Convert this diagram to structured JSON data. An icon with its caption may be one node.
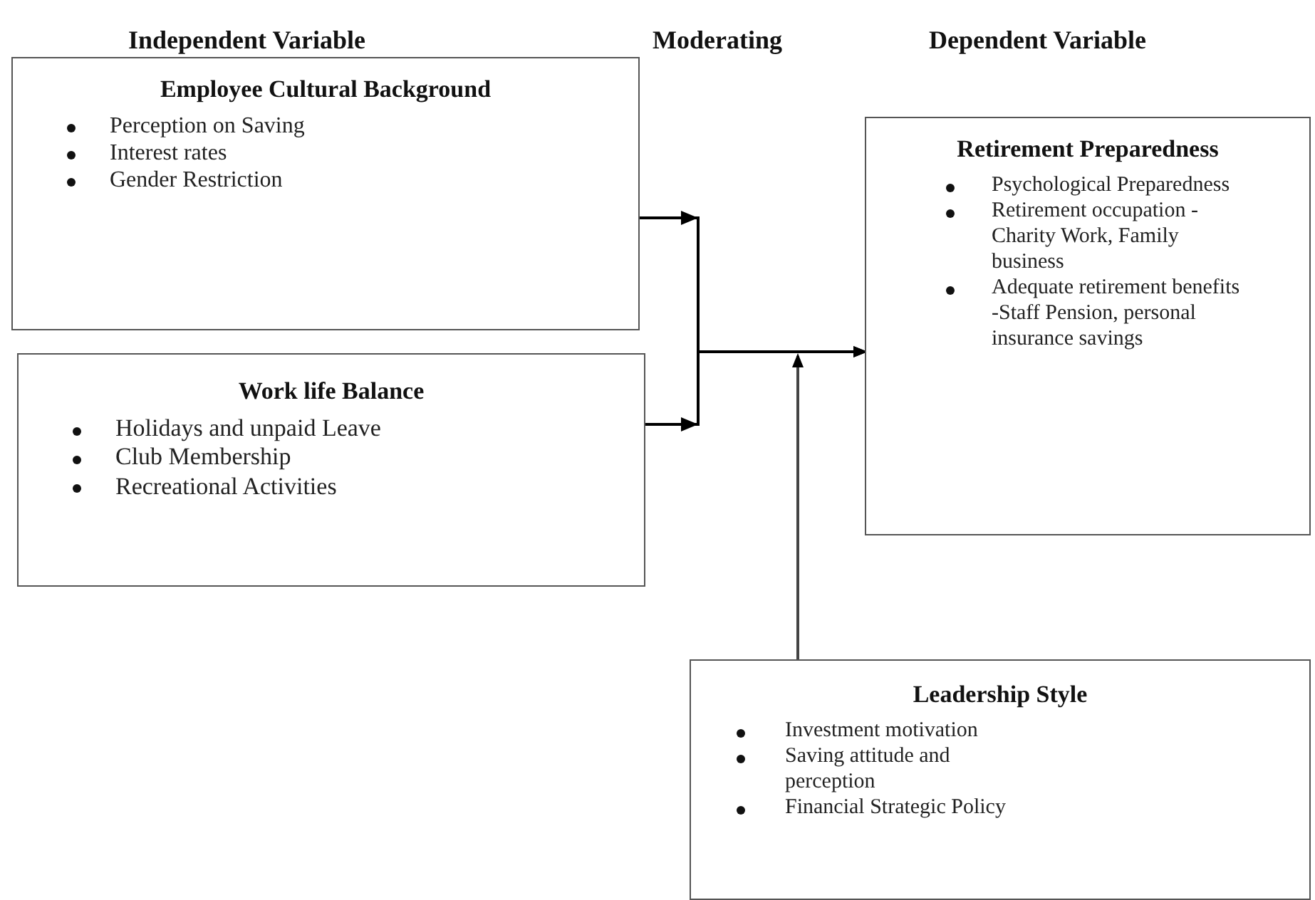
{
  "diagram": {
    "nodes": [
      {
        "text": [
          "Employee Cultural Background",
          "Perception on Saving",
          "Interest rates",
          "Gender Restriction"
        ]
      },
      {
        "text": [
          "Work life Balance",
          "Holidays and unpaid Leave",
          "Club Membership",
          "Recreational Activities"
        ]
      },
      {
        "text": [
          "Retirement Preparedness",
          "Psychological Preparedness",
          "Retirement occupation - Charity Work, Family business",
          "Adequate retirement benefits -Staff Pension, personal insurance savings"
        ]
      },
      {
        "text": [
          "Leadership Style",
          "Investment motivation",
          "Saving attitude and perception",
          "Financial Strategic Policy"
        ]
      }
    ],
    "edges": [
      {
        "from": 0,
        "to": 2,
        "arrow": "to"
      },
      {
        "from": 1,
        "to": 2,
        "arrow": "to"
      },
      {
        "from": 3,
        "to": null,
        "arrow": "to"
      }
    ],
    "labels": [
      "Independent Variable",
      "Moderating",
      "Dependent Variable"
    ]
  }
}
